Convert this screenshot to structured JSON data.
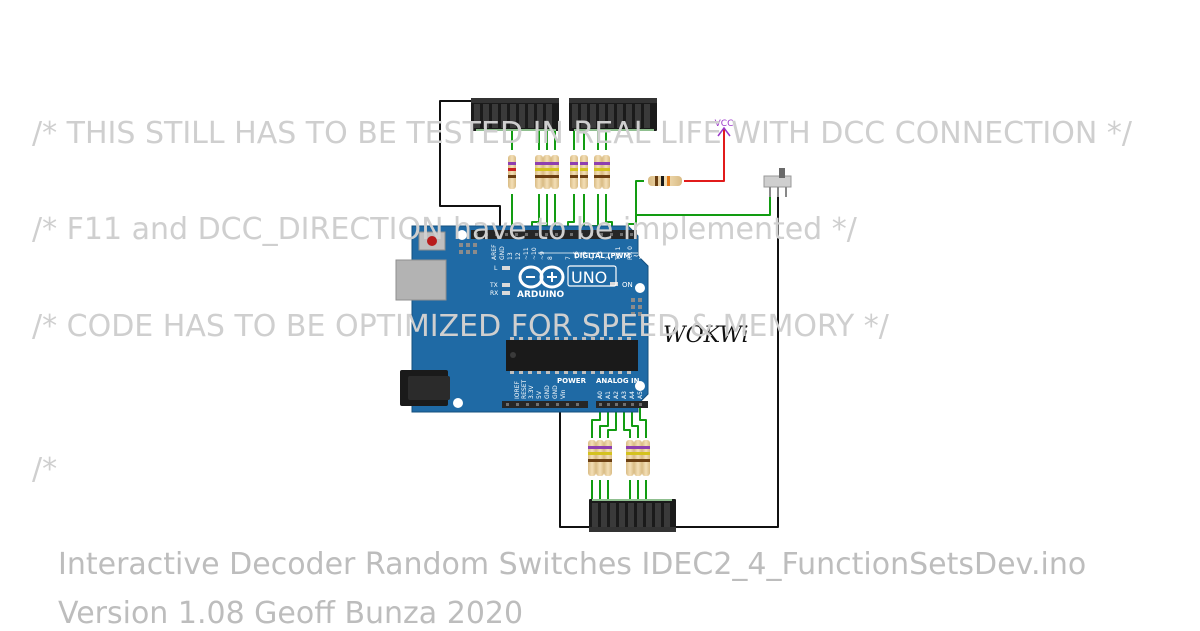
{
  "comments": {
    "line1": "/*  THIS STILL HAS TO BE TESTED IN REAL LIFE WITH DCC CONNECTION  */",
    "line2": "/*  F11 and DCC_DIRECTION have to be implemented  */",
    "line3": "/*  CODE HAS TO BE OPTIMIZED FOR SPEED & MEMORY  */",
    "line4": "/*"
  },
  "footer": {
    "title_line": "Interactive Decoder Random Switches   IDEC2_4_FunctionSetsDev.ino",
    "credit_line": "Version 1.08 Geoff Bunza 2020"
  },
  "board": {
    "brand": "ARDUINO",
    "model": "UNO",
    "digital_header_label": "DIGITAL (PWM ~)",
    "power_label": "POWER",
    "analog_label": "ANALOG IN",
    "on_label": "ON",
    "l_label": "L",
    "tx_label": "TX",
    "rx_label": "RX",
    "top_pin_labels": [
      "AREF",
      "GND",
      "13",
      "12",
      "~11",
      "~10",
      "~9",
      "8",
      "7",
      "~6",
      "~5",
      "4",
      "~3",
      "2",
      "TX 1",
      "RX 0"
    ],
    "power_pin_labels": [
      "IOREF",
      "RESET",
      "3.3V",
      "5V",
      "GND",
      "GND",
      "Vin"
    ],
    "analog_pin_labels": [
      "A0",
      "A1",
      "A2",
      "A3",
      "A4",
      "A5"
    ]
  },
  "vcc_label": "VCC",
  "watermark": "WOKWi",
  "colors": {
    "board_blue": "#1f6aa5",
    "wire_green": "#129c12",
    "wire_black": "#111111",
    "wire_red": "#e11b1b",
    "vcc_purple": "#9b38c9",
    "comment_text": "#cfcfcf"
  }
}
